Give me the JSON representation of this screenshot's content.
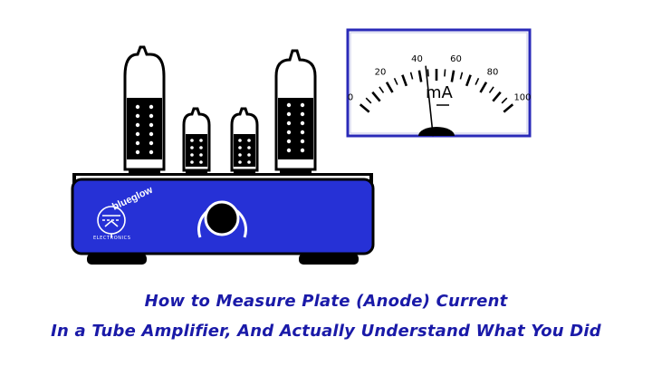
{
  "brand": {
    "name": "blueglow",
    "subtitle": "ELECTRONICS",
    "color": "#2631d6"
  },
  "meter": {
    "unit": "mA",
    "scale_labels": [
      "0",
      "20",
      "40",
      "60",
      "80",
      "100"
    ],
    "scale_min": 0,
    "scale_max": 100,
    "needle_value": 44,
    "border_color": "#2a2ab8"
  },
  "title": {
    "line1": "How to Measure Plate (Anode) Current",
    "line2": "In a Tube Amplifier, And Actually Understand What You Did",
    "color": "#1a1aa8"
  }
}
